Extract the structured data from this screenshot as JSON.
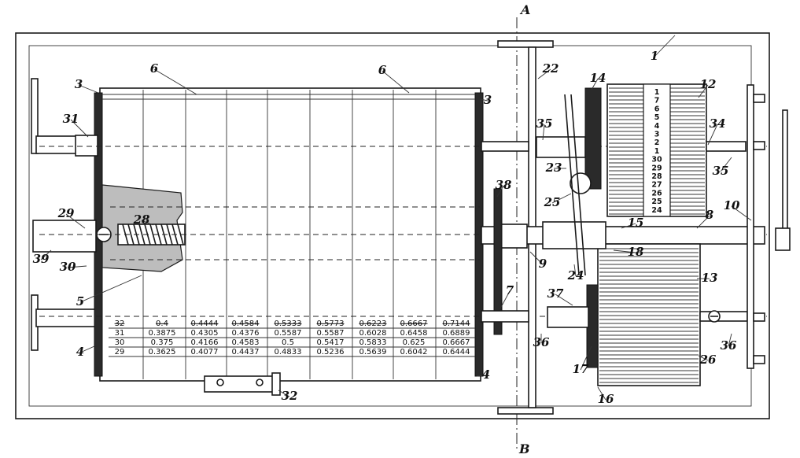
{
  "axis_labels": {
    "top": "A",
    "bottom": "B"
  },
  "part_labels": [
    "1",
    "3",
    "3",
    "6",
    "6",
    "22",
    "14",
    "12",
    "31",
    "35",
    "34",
    "35",
    "23",
    "25",
    "29",
    "28",
    "15",
    "10",
    "8",
    "39",
    "30",
    "9",
    "24",
    "18",
    "38",
    "5",
    "7",
    "37",
    "13",
    "36",
    "36",
    "4",
    "4",
    "17",
    "26",
    "16",
    "32"
  ],
  "table": {
    "rows": [
      {
        "key": "32",
        "values": [
          "0.4",
          "0.4444",
          "0.4584",
          "0.5333",
          "0.5773",
          "0.6223",
          "0.6667",
          "0.7144"
        ],
        "struck": true
      },
      {
        "key": "31",
        "values": [
          "0.3875",
          "0.4305",
          "0.4376",
          "0.5587",
          "0.5587",
          "0.6028",
          "0.6458",
          "0.6889"
        ],
        "struck": false
      },
      {
        "key": "30",
        "values": [
          "0.375",
          "0.4166",
          "0.4583",
          "0.5",
          "0.5417",
          "0.5833",
          "0.625",
          "0.6667"
        ],
        "struck": false
      },
      {
        "key": "29",
        "values": [
          "0.3625",
          "0.4077",
          "0.4437",
          "0.4833",
          "0.5236",
          "0.5639",
          "0.6042",
          "0.6444"
        ],
        "struck": false
      }
    ]
  },
  "scale_numbers": [
    "1",
    "7",
    "6",
    "5",
    "4",
    "3",
    "2",
    "1",
    "30",
    "29",
    "28",
    "27",
    "26",
    "25",
    "24"
  ]
}
